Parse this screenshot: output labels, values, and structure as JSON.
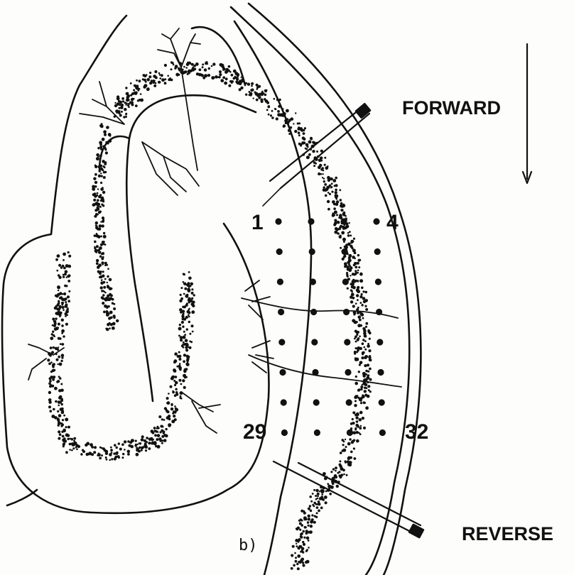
{
  "labels": {
    "forward": "FORWARD",
    "reverse": "REVERSE",
    "panel": "b)",
    "electrode_1": "1",
    "electrode_4": "4",
    "electrode_29": "29",
    "electrode_32": "32"
  },
  "electrode_array": {
    "rows": 8,
    "columns": 4
  },
  "colors": {
    "ink": "#111111",
    "paper": "#fdfdfb"
  }
}
